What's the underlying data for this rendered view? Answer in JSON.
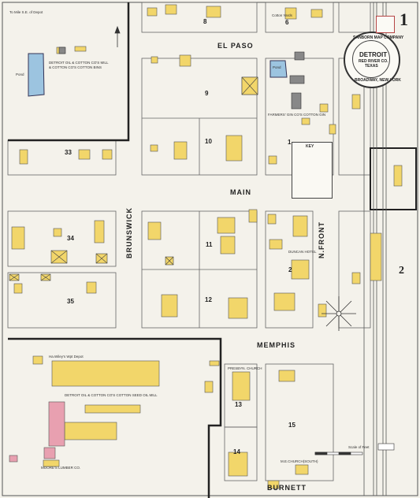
{
  "map": {
    "sheet_number": "1",
    "city": "DETROIT",
    "colors": {
      "paper": "#f4f2eb",
      "dwelling": "#f2d66a",
      "brick": "#e07070",
      "pink": "#e8a0b0",
      "water": "#9cc4e0",
      "line": "#333333"
    },
    "seal": {
      "top_text": "SANBORN MAP COMPANY",
      "center_text": "DETROIT",
      "line1": "RED RIVER CO.",
      "line2": "TEXAS",
      "bottom_text": "BROADWAY, NEW YORK"
    },
    "streets": {
      "el_paso": "EL PASO",
      "main": "MAIN",
      "memphis": "MEMPHIS",
      "burnett": "BURNETT",
      "brunswick": "BRUNSWICK",
      "n_front": "N.FRONT"
    },
    "blocks": [
      "8",
      "6",
      "9",
      "10",
      "1",
      "33",
      "34",
      "35",
      "11",
      "12",
      "2",
      "13",
      "14",
      "15"
    ],
    "side_number": "2",
    "labels": {
      "to_depot": "To Mile S.E. of Depot",
      "pond_west": "Pond",
      "pond_east": "Pond",
      "oil_mill": "DETROIT OIL & COTTON CO'S MILL",
      "oil_mill_2": "& COTTON CO'S COTTON BINS",
      "cotton_yards": "Cotton Yards",
      "farmers_gin": "FARMERS' GIN CO'S COTTON GIN",
      "hotel": "DUNCAN HOTEL",
      "key_title": "KEY",
      "presb_church": "PRESBYN. CHURCH",
      "me_church": "M.E.CHURCH(SOUTH)",
      "scale": "Scale of Feet",
      "grain": "Ha.Wiley's Wpt Depot",
      "seed_oil": "DETROIT OIL & COTTON CO'S COTTON SEED OIL MILL",
      "moore_lumber": "MOORE'S LUMBER CO."
    }
  }
}
